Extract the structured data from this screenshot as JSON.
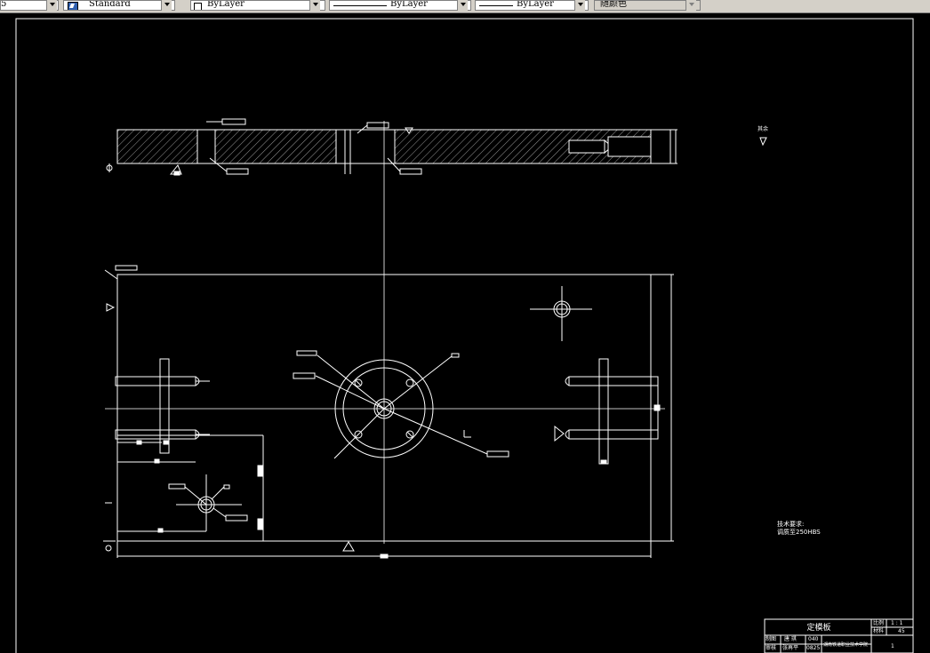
{
  "toolbar": {
    "left_combo_fragment": "5",
    "text_style": "Standard",
    "layer": "ByLayer",
    "linetype": "ByLayer",
    "lineweight": "ByLayer",
    "color": "随颜色"
  },
  "drawing": {
    "title": "定模板",
    "scale_label": "比例",
    "scale_value": "1 : 1",
    "material_label": "材料",
    "material_value": "45",
    "drawn_label": "制图",
    "drawn_name": "唐 琪",
    "drawn_id": "040",
    "checked_label": "审核",
    "checked_name": "张再平",
    "checked_id": "0825",
    "school": "湖南铁道职业技术学院",
    "sheet_number": "1",
    "surface_note": "其余",
    "tech_heading": "技术要求:",
    "tech_line1": "调质至250HBS"
  },
  "colors": {
    "background": "#000000",
    "lines": "#ffffff",
    "toolbar": "#d4d0c8"
  }
}
